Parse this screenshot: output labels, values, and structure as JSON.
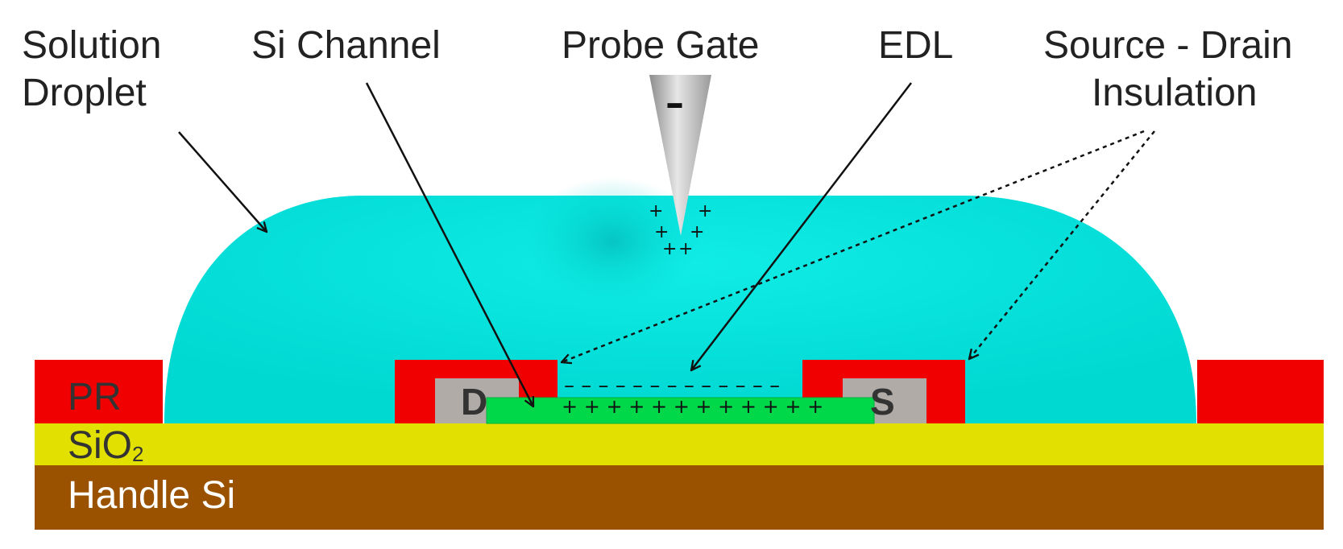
{
  "labels": {
    "solution_droplet_line1": "Solution",
    "solution_droplet_line2": "Droplet",
    "si_channel": "Si Channel",
    "probe_gate": "Probe Gate",
    "edl": "EDL",
    "source_drain_line1": "Source - Drain",
    "source_drain_line2": "Insulation"
  },
  "layers": {
    "pr": "PR",
    "sio2_base": "SiO",
    "sio2_subscript": "2",
    "handle_si": "Handle Si"
  },
  "electrodes": {
    "drain": "D",
    "source": "S"
  },
  "charges": {
    "probe_tip": [
      "+",
      "+",
      "+",
      "+",
      "+",
      "+"
    ],
    "channel_plus": "+ + + + + + + + + + + +",
    "edl_minus": "– – – – – – – – – – – – –",
    "probe_minus": "–"
  },
  "colors": {
    "droplet": "#00E0DA",
    "pr": "#F00000",
    "sio2": "#E2E000",
    "handle_si": "#9A5200",
    "electrode": "#B0ABA6",
    "channel": "#00D84A",
    "probe": "#B8B8B8",
    "text_light": "#ffffff",
    "text_dark": "#222222"
  }
}
